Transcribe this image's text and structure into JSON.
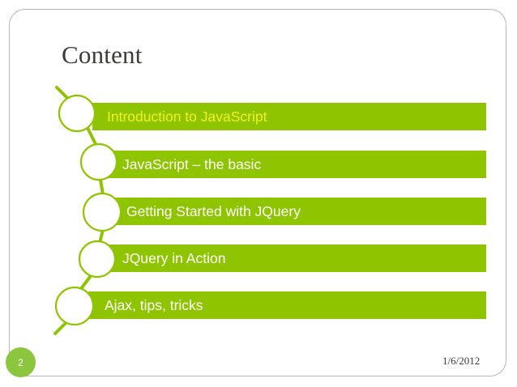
{
  "slide": {
    "title": "Content",
    "page_number": "2",
    "date": "1/6/2012",
    "accent_color": "#8fc400",
    "badge_color": "#8cc63e",
    "accent_text_color": "#f2f21a",
    "frame_color": "#b7b7b7",
    "title_color": "#3b3b38"
  },
  "agenda": {
    "items": [
      {
        "label": "Introduction to JavaScript",
        "text_color": "#f2f21a"
      },
      {
        "label": "JavaScript – the basic",
        "text_color": "#ffffff"
      },
      {
        "label": "Getting Started with JQuery",
        "text_color": "#ffffff"
      },
      {
        "label": "JQuery in Action",
        "text_color": "#ffffff"
      },
      {
        "label": "Ajax, tips, tricks",
        "text_color": "#ffffff"
      }
    ]
  },
  "decoration": {
    "chain_icon": "chain-link-circles",
    "circle_count": 5
  }
}
